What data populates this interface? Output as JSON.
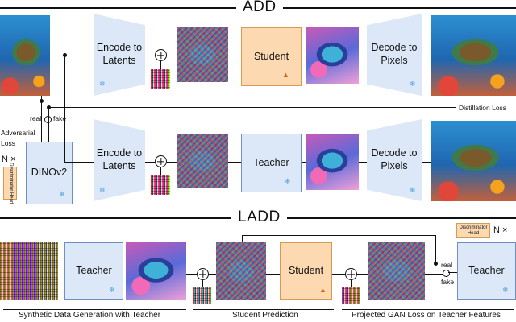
{
  "titles": {
    "add": "ADD",
    "ladd": "LADD"
  },
  "blocks": {
    "encode": "Encode to Latents",
    "decode": "Decode to Pixels",
    "student": "Student",
    "teacher": "Teacher",
    "dinov2": "DINOv2",
    "disc_head": "Discriminator Head"
  },
  "labels": {
    "real": "real",
    "fake": "fake",
    "adversarial_loss": "Adversarial Loss",
    "distillation_loss": "Distillation Loss",
    "n_times": "N ×"
  },
  "captions": {
    "synthetic": "Synthetic Data Generation with Teacher",
    "student_pred": "Student Prediction",
    "projected": "Projected GAN Loss on Teacher Features"
  },
  "icons": {
    "frozen": "snowflake-icon",
    "trainable": "flame-icon"
  },
  "colors": {
    "frozen_fill": "#dce8f8",
    "trainable_fill": "#fcd9b0"
  }
}
